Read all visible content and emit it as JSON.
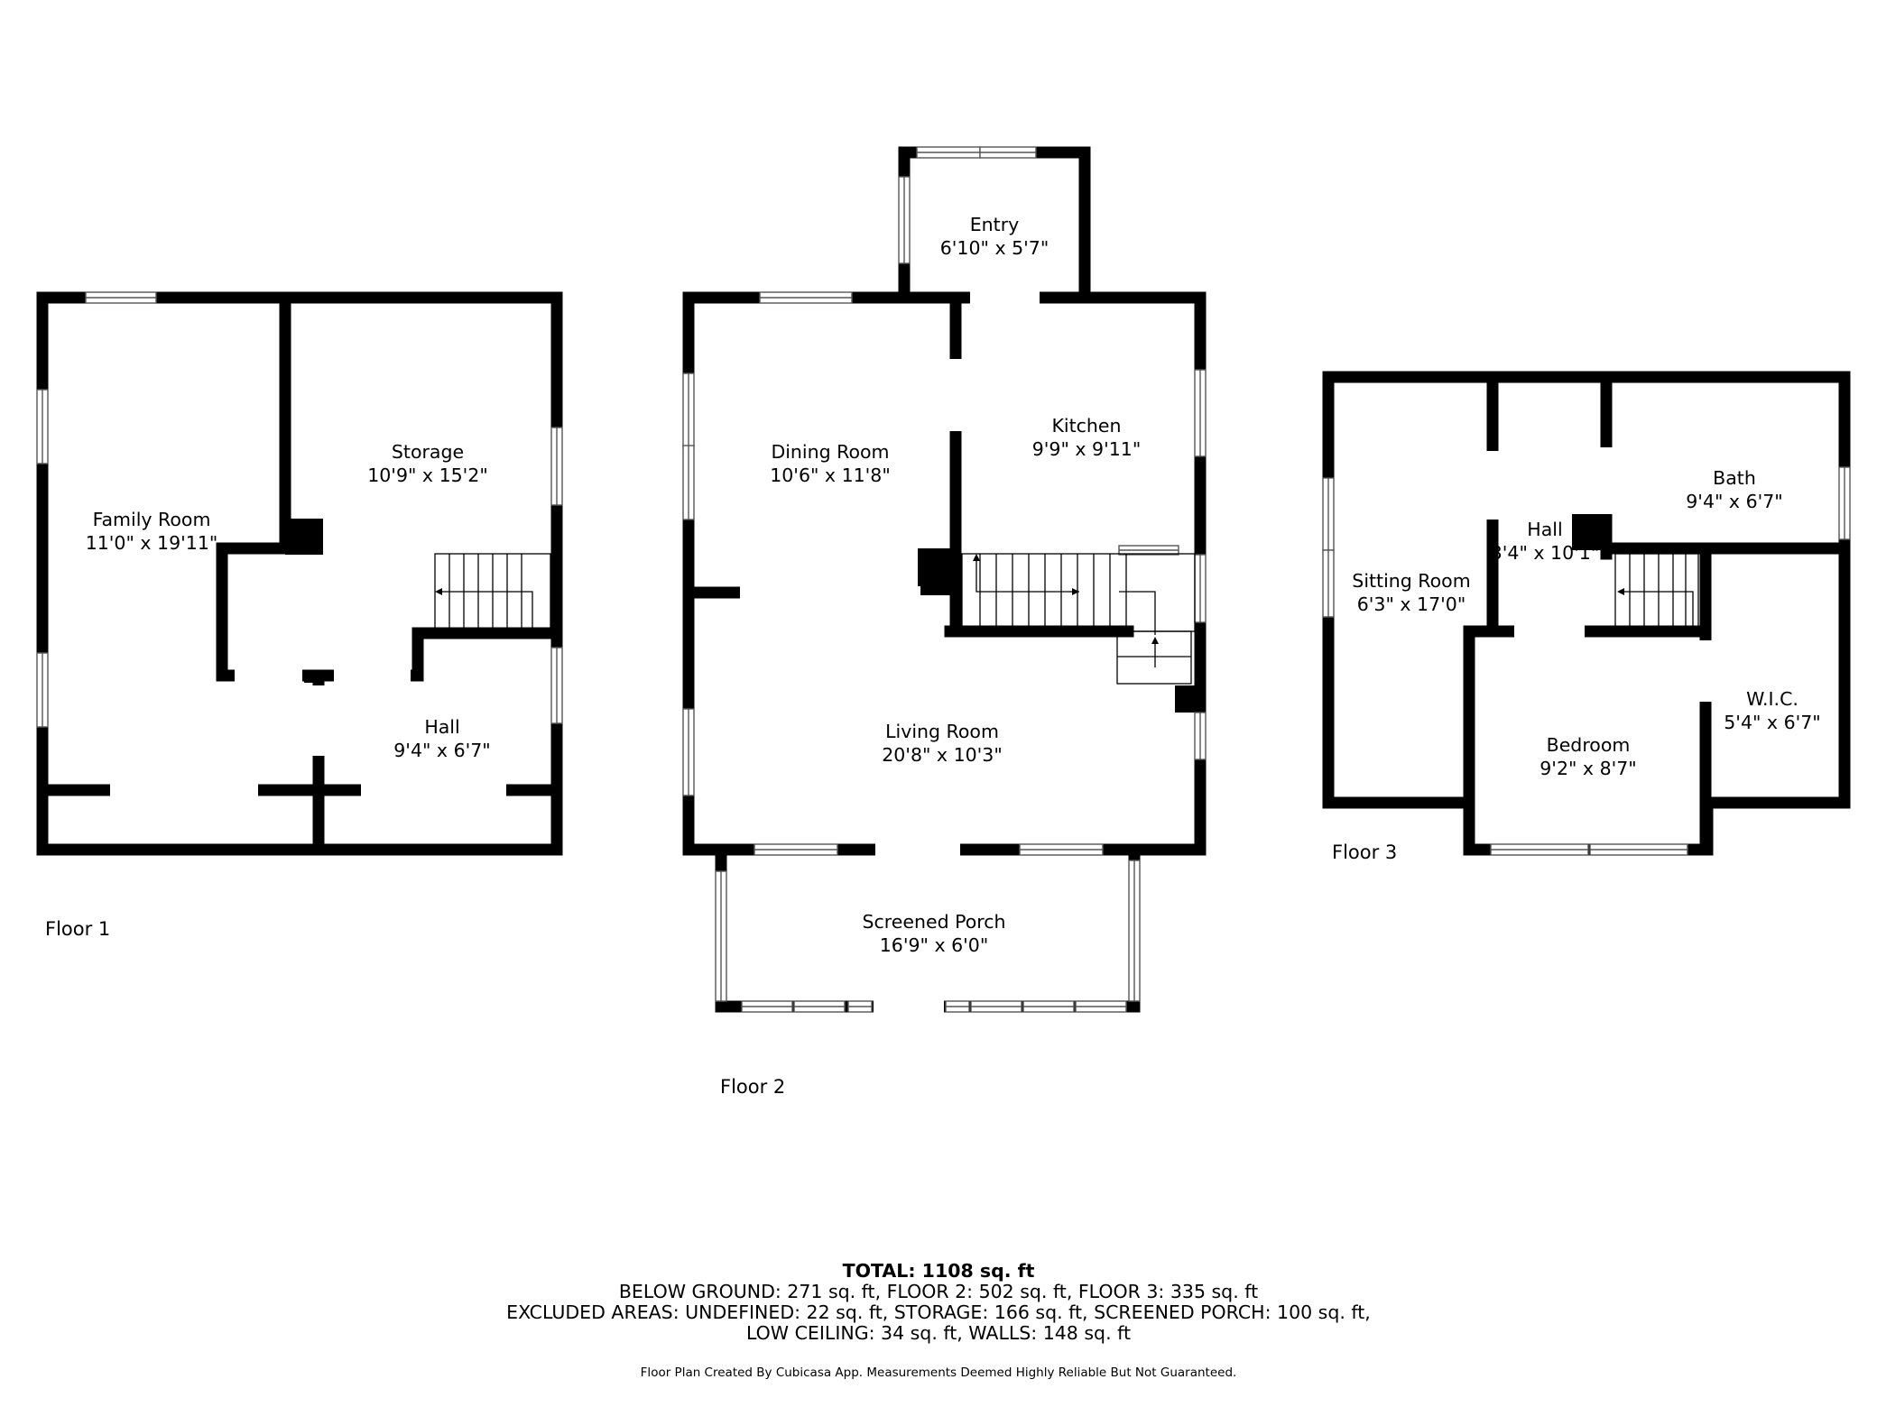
{
  "rooms": {
    "family_room": {
      "name": "Family Room",
      "dims": "11'0\" x 19'11\""
    },
    "storage": {
      "name": "Storage",
      "dims": "10'9\" x 15'2\""
    },
    "hall_f1": {
      "name": "Hall",
      "dims": "9'4\" x 6'7\""
    },
    "entry": {
      "name": "Entry",
      "dims": "6'10\" x 5'7\""
    },
    "dining_room": {
      "name": "Dining Room",
      "dims": "10'6\" x 11'8\""
    },
    "kitchen": {
      "name": "Kitchen",
      "dims": "9'9\" x 9'11\""
    },
    "living_room": {
      "name": "Living Room",
      "dims": "20'8\" x 10'3\""
    },
    "screened_porch": {
      "name": "Screened Porch",
      "dims": "16'9\" x 6'0\""
    },
    "sitting_room": {
      "name": "Sitting Room",
      "dims": "6'3\" x 17'0\""
    },
    "hall_f3": {
      "name": "Hall",
      "dims": "3'4\" x 10'1\""
    },
    "bath": {
      "name": "Bath",
      "dims": "9'4\" x 6'7\""
    },
    "wic": {
      "name": "W.I.C.",
      "dims": "5'4\" x 6'7\""
    },
    "bedroom": {
      "name": "Bedroom",
      "dims": "9'2\" x 8'7\""
    }
  },
  "floors": {
    "floor1": "Floor 1",
    "floor2": "Floor 2",
    "floor3": "Floor 3"
  },
  "summary": {
    "total": "TOTAL: 1108 sq. ft",
    "line1": "BELOW GROUND: 271 sq. ft, FLOOR 2: 502 sq. ft, FLOOR 3: 335 sq. ft",
    "line2": "EXCLUDED AREAS: UNDEFINED: 22 sq. ft, STORAGE: 166 sq. ft, SCREENED PORCH: 100 sq. ft,",
    "line3": "LOW CEILING: 34 sq. ft, WALLS: 148 sq. ft"
  },
  "disclaimer": "Floor Plan Created By Cubicasa App. Measurements Deemed Highly Reliable But Not Guaranteed.",
  "colors": {
    "wall": "#000000",
    "background": "#ffffff",
    "window": "#888888"
  }
}
